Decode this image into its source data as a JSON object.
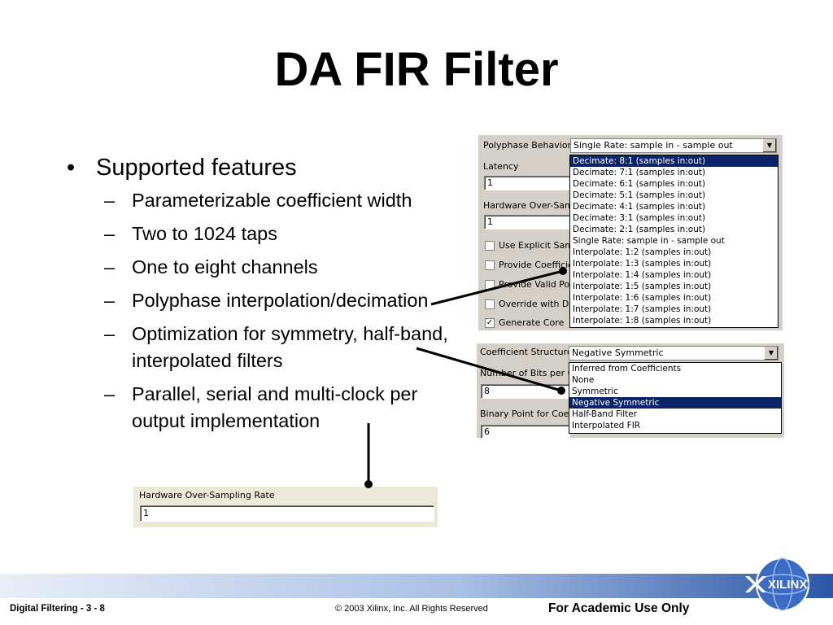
{
  "title": "DA FIR Filter",
  "bullets": {
    "main": "Supported features",
    "items": [
      "Parameterizable coefficient width",
      "Two to 1024 taps",
      "One to eight channels",
      "Polyphase interpolation/decimation",
      "Optimization for symmetry, half-band, interpolated filters",
      "Parallel, serial and multi-clock per output implementation"
    ]
  },
  "polyphase_panel": {
    "label_polyphase": "Polyphase Behavior",
    "combo_value": "Single Rate:  sample in - sample out",
    "label_latency": "Latency",
    "latency_value": "1",
    "label_hw_oversampling": "Hardware Over-Samp",
    "hw_value": "1",
    "checkboxes": [
      {
        "label": "Use Explicit Samp",
        "checked": false
      },
      {
        "label": "Provide Coefficie",
        "checked": false
      },
      {
        "label": "Provide Valid Por",
        "checked": false
      },
      {
        "label": "Override with Do",
        "checked": false
      },
      {
        "label": "Generate Core",
        "checked": true
      }
    ],
    "options": [
      "Decimate:  8:1 (samples in:out)",
      "Decimate:  7:1 (samples in:out)",
      "Decimate:  6:1 (samples in:out)",
      "Decimate:  5:1 (samples in:out)",
      "Decimate:  4:1 (samples in:out)",
      "Decimate:  3:1 (samples in:out)",
      "Decimate:  2:1 (samples in:out)",
      "Single Rate:  sample in - sample out",
      "Interpolate:  1:2 (samples in:out)",
      "Interpolate:  1:3 (samples in:out)",
      "Interpolate:  1:4 (samples in:out)",
      "Interpolate:  1:5 (samples in:out)",
      "Interpolate:  1:6 (samples in:out)",
      "Interpolate:  1:7 (samples in:out)",
      "Interpolate:  1:8 (samples in:out)"
    ],
    "selected_index": 0
  },
  "coef_panel": {
    "label_structure": "Coefficient Structure",
    "combo_value": "Negative Symmetric",
    "label_bits": "Number of Bits per Co",
    "bits_value": "8",
    "label_binary": "Binary Point for Coeffi",
    "binary_value": "6",
    "options": [
      "Inferred from Coefficients",
      "None",
      "Symmetric",
      "Negative Symmetric",
      "Half-Band Filter",
      "Interpolated FIR"
    ],
    "selected_index": 3
  },
  "hw_panel": {
    "label": "Hardware Over-Sampling Rate",
    "value": "1"
  },
  "footer": {
    "left": "Digital Filtering  - 3 - 8",
    "center": "© 2003 Xilinx, Inc. All Rights Reserved",
    "right": "For Academic Use Only",
    "logo": "XILINX"
  },
  "colors": {
    "selection": "#0a246a",
    "dialog_bg": "#d4d0c8",
    "footer_blue": "#2d57a8"
  }
}
